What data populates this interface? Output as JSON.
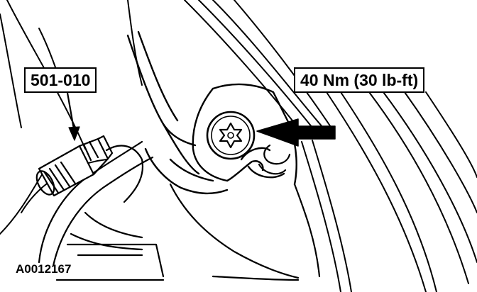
{
  "callouts": {
    "tool_number": "501-010",
    "torque_spec": "40 Nm (30 lb-ft)"
  },
  "figure_id": "A0012167",
  "colors": {
    "line": "#000000",
    "background": "#ffffff"
  },
  "icons": {
    "fastener": "torx-bolt-icon",
    "tool": "torx-bit-socket-icon",
    "pointer": "arrow-icon"
  }
}
